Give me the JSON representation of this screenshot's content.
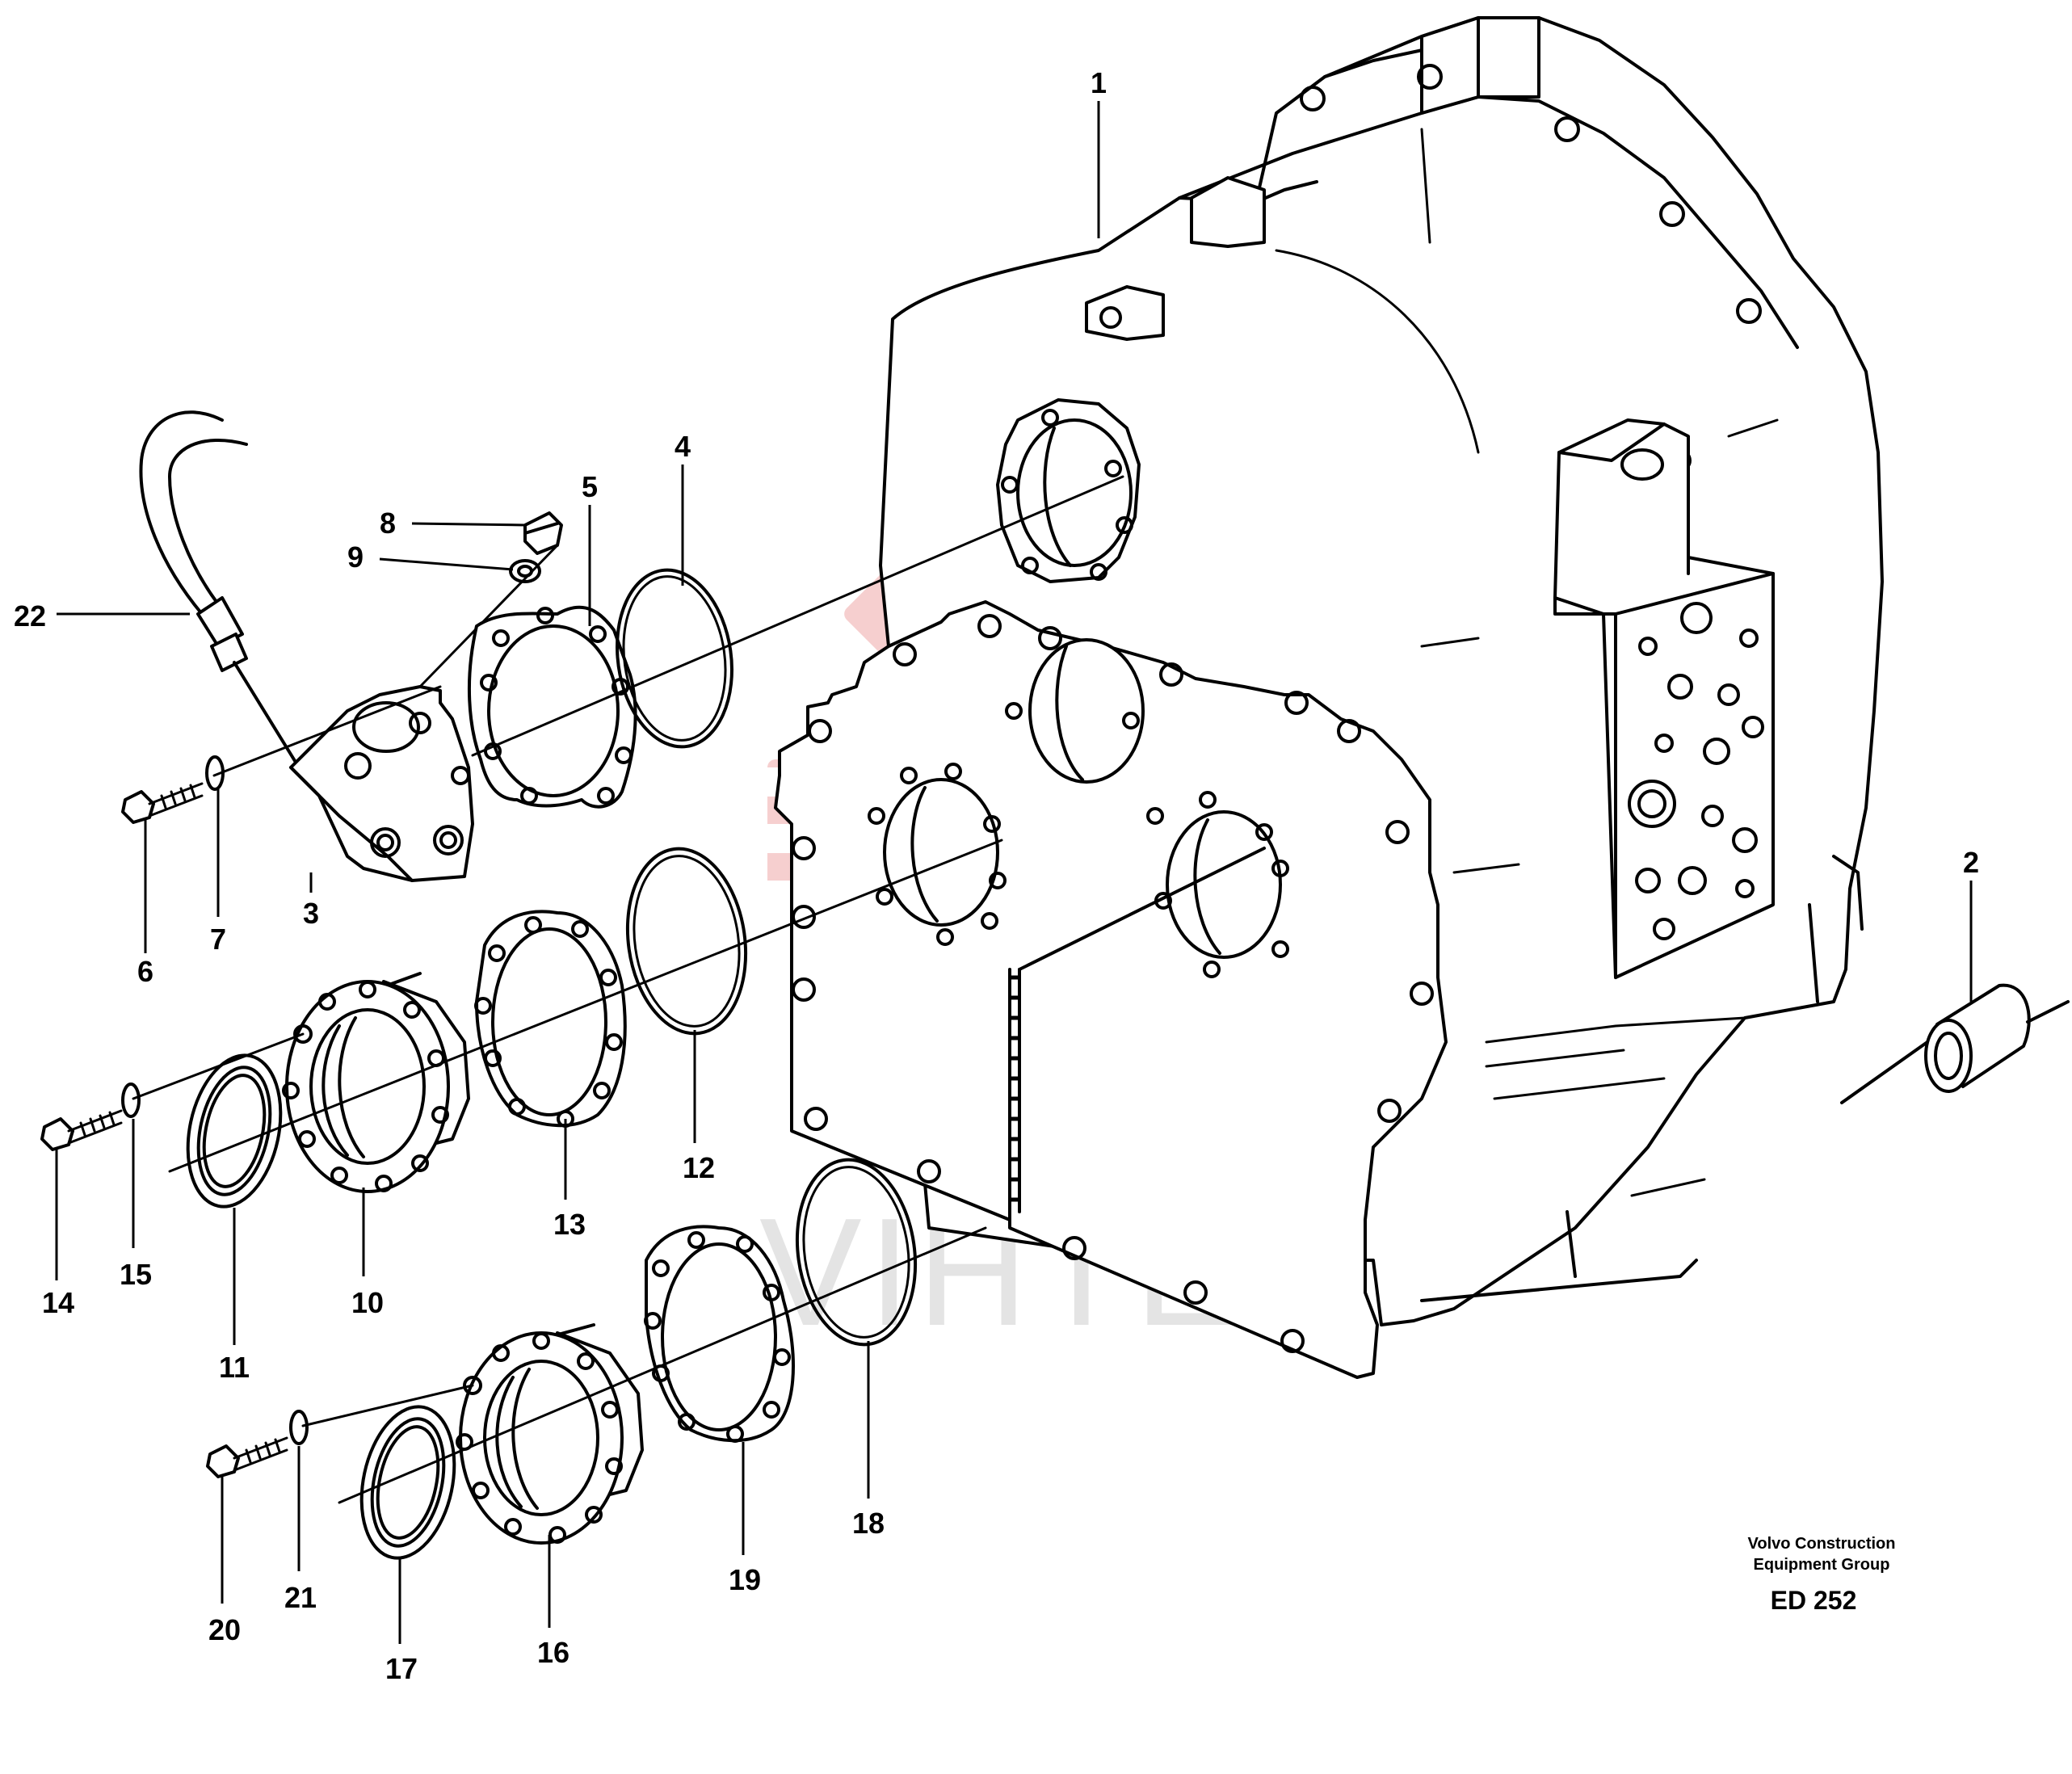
{
  "watermark": {
    "text": "VIHTEX",
    "gear_color": "#f6caca",
    "text_color": "#e4e4e4"
  },
  "callouts": [
    {
      "id": "1",
      "label": "1"
    },
    {
      "id": "2",
      "label": "2"
    },
    {
      "id": "3",
      "label": "3"
    },
    {
      "id": "4",
      "label": "4"
    },
    {
      "id": "5",
      "label": "5"
    },
    {
      "id": "6",
      "label": "6"
    },
    {
      "id": "7",
      "label": "7"
    },
    {
      "id": "8",
      "label": "8"
    },
    {
      "id": "9",
      "label": "9"
    },
    {
      "id": "10",
      "label": "10"
    },
    {
      "id": "11",
      "label": "11"
    },
    {
      "id": "12",
      "label": "12"
    },
    {
      "id": "13",
      "label": "13"
    },
    {
      "id": "14",
      "label": "14"
    },
    {
      "id": "15",
      "label": "15"
    },
    {
      "id": "16",
      "label": "16"
    },
    {
      "id": "17",
      "label": "17"
    },
    {
      "id": "18",
      "label": "18"
    },
    {
      "id": "19",
      "label": "19"
    },
    {
      "id": "20",
      "label": "20"
    },
    {
      "id": "21",
      "label": "21"
    },
    {
      "id": "22",
      "label": "22"
    }
  ],
  "footer": {
    "company_line1": "Volvo Construction",
    "company_line2": "Equipment Group",
    "drawing_code": "ED 252"
  }
}
